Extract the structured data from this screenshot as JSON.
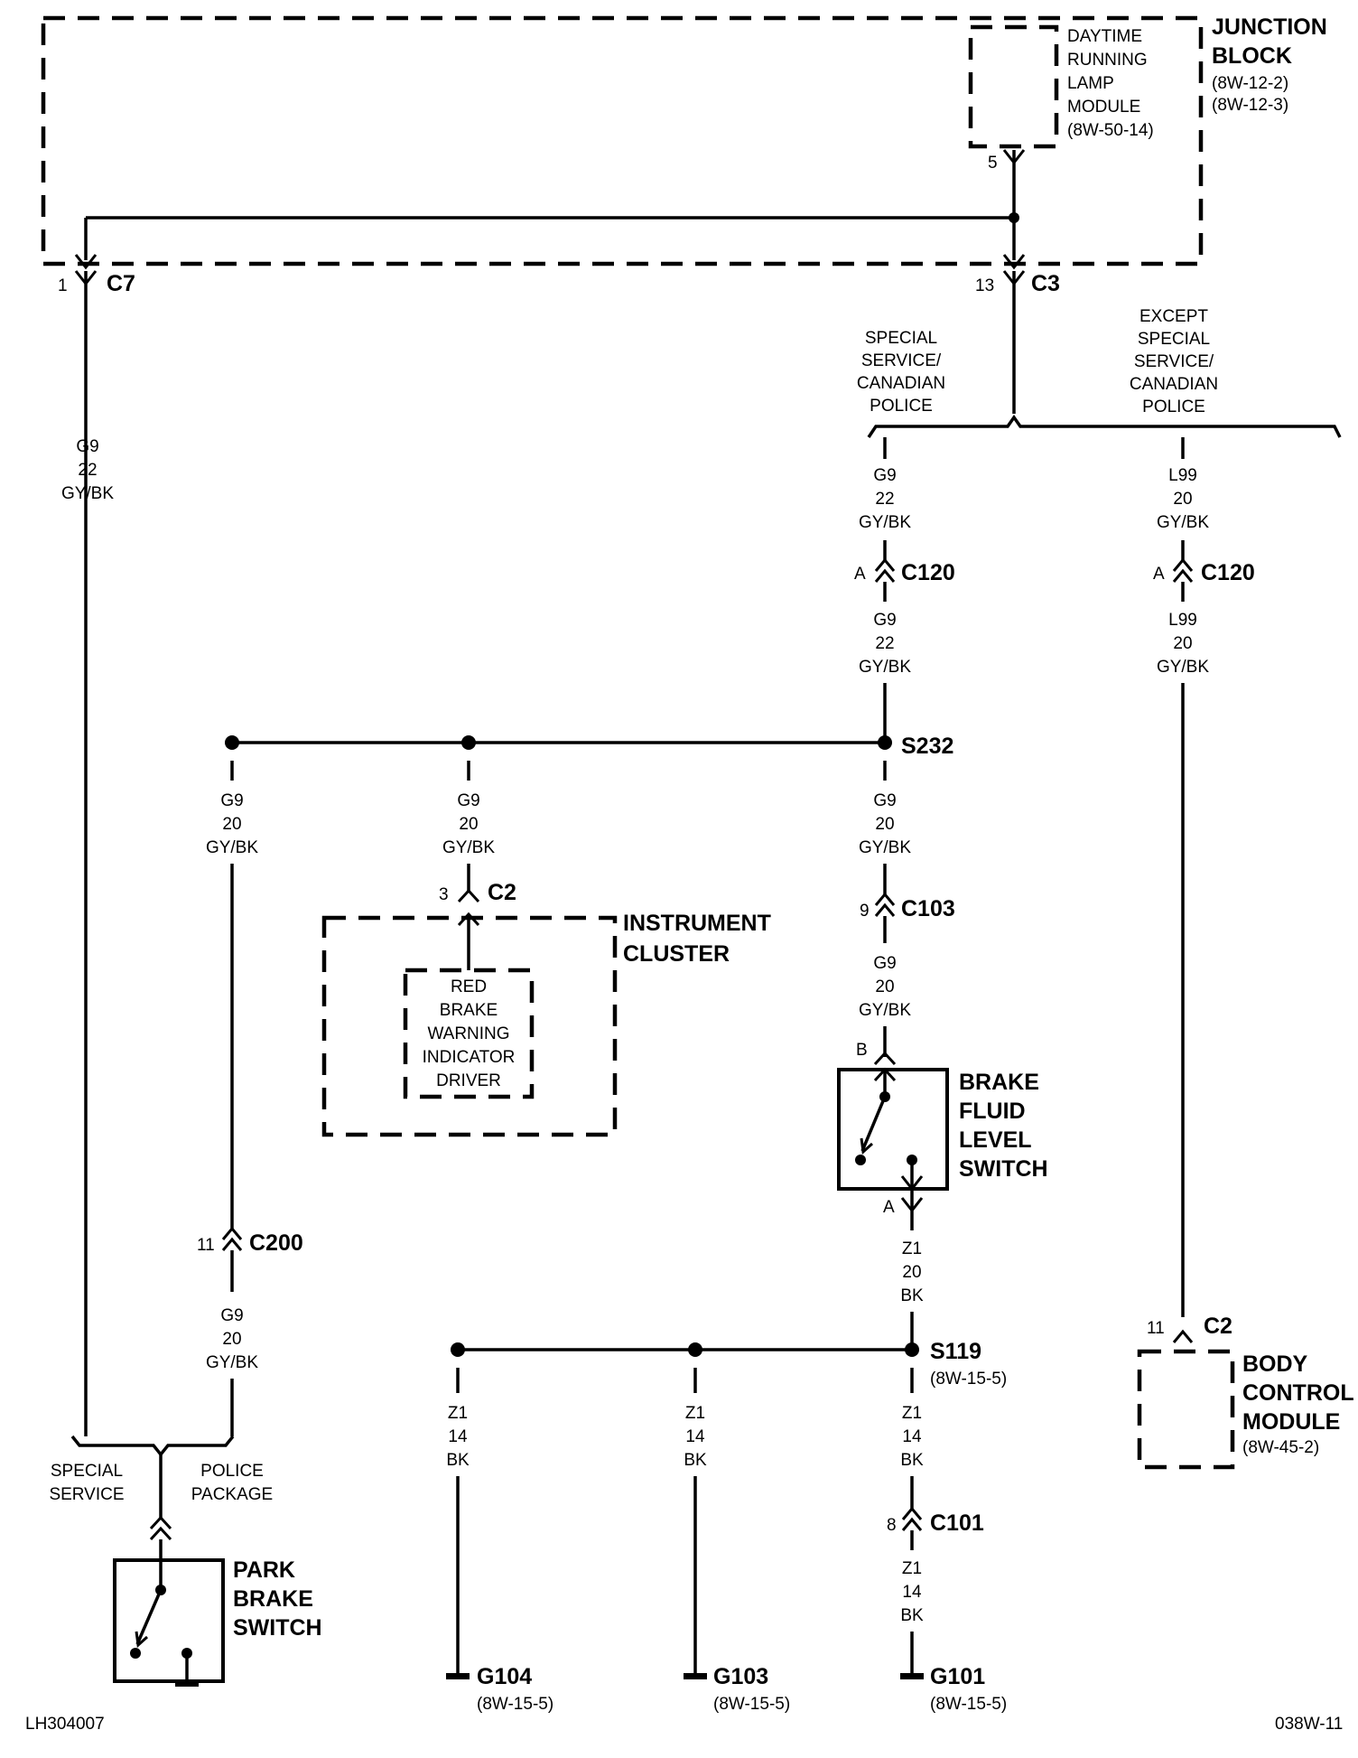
{
  "junction_block": {
    "title_1": "JUNCTION",
    "title_2": "BLOCK",
    "ref_1": "(8W-12-2)",
    "ref_2": "(8W-12-3)"
  },
  "drl_module": {
    "line1": "DAYTIME",
    "line2": "RUNNING",
    "line3": "LAMP",
    "line4": "MODULE",
    "ref": "(8W-50-14)",
    "pin": "5"
  },
  "connectors": {
    "c7": {
      "pin": "1",
      "name": "C7"
    },
    "c3": {
      "pin": "13",
      "name": "C3"
    },
    "c120_left": {
      "pin": "A",
      "name": "C120"
    },
    "c120_right": {
      "pin": "A",
      "name": "C120"
    },
    "c2_cluster": {
      "pin": "3",
      "name": "C2"
    },
    "c103": {
      "pin": "9",
      "name": "C103"
    },
    "c200": {
      "pin": "11",
      "name": "C200"
    },
    "c2_bcm": {
      "pin": "11",
      "name": "C2"
    },
    "c101": {
      "pin": "8",
      "name": "C101"
    }
  },
  "branches": {
    "special_service_canadian_police": [
      "SPECIAL",
      "SERVICE/",
      "CANADIAN",
      "POLICE"
    ],
    "except_special_service_canadian_police": [
      "EXCEPT",
      "SPECIAL",
      "SERVICE/",
      "CANADIAN",
      "POLICE"
    ],
    "special_service": [
      "SPECIAL",
      "SERVICE"
    ],
    "police_package": [
      "POLICE",
      "PACKAGE"
    ]
  },
  "wires": {
    "left_main": [
      "G9",
      "22",
      "GY/BK"
    ],
    "c3_upper": [
      "G9",
      "22",
      "GY/BK"
    ],
    "c3_lower": [
      "G9",
      "22",
      "GY/BK"
    ],
    "l99_upper": [
      "L99",
      "20",
      "GY/BK"
    ],
    "l99_lower": [
      "L99",
      "20",
      "GY/BK"
    ],
    "splice_left": [
      "G9",
      "20",
      "GY/BK"
    ],
    "splice_mid": [
      "G9",
      "20",
      "GY/BK"
    ],
    "splice_right": [
      "G9",
      "20",
      "GY/BK"
    ],
    "c103_lower": [
      "G9",
      "20",
      "GY/BK"
    ],
    "c200_lower": [
      "G9",
      "20",
      "GY/BK"
    ],
    "z1_20": [
      "Z1",
      "20",
      "BK"
    ],
    "g104_wire": [
      "Z1",
      "14",
      "BK"
    ],
    "g103_wire": [
      "Z1",
      "14",
      "BK"
    ],
    "s119_lower": [
      "Z1",
      "14",
      "BK"
    ],
    "c101_lower": [
      "Z1",
      "14",
      "BK"
    ]
  },
  "splices": {
    "s232": "S232",
    "s119": "S119",
    "s119_ref": "(8W-15-5)"
  },
  "instrument_cluster": {
    "title_1": "INSTRUMENT",
    "title_2": "CLUSTER",
    "driver": [
      "RED",
      "BRAKE",
      "WARNING",
      "INDICATOR",
      "DRIVER"
    ]
  },
  "brake_fluid_switch": {
    "title": [
      "BRAKE",
      "FLUID",
      "LEVEL",
      "SWITCH"
    ],
    "pin_top": "B",
    "pin_bottom": "A"
  },
  "body_control_module": {
    "title": [
      "BODY",
      "CONTROL",
      "MODULE"
    ],
    "ref": "(8W-45-2)"
  },
  "park_brake_switch": {
    "title": [
      "PARK",
      "BRAKE",
      "SWITCH"
    ]
  },
  "grounds": {
    "g104": {
      "name": "G104",
      "ref": "(8W-15-5)"
    },
    "g103": {
      "name": "G103",
      "ref": "(8W-15-5)"
    },
    "g101": {
      "name": "G101",
      "ref": "(8W-15-5)"
    }
  },
  "footer": {
    "left_code": "LH304007",
    "right_code": "038W-11"
  }
}
